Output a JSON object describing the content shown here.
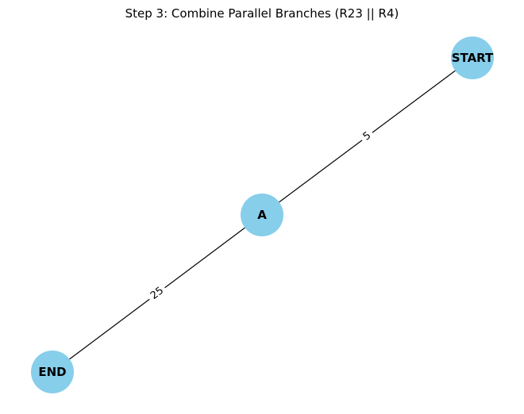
{
  "title": "Step 3: Combine Parallel Branches (R23 || R4)",
  "colors": {
    "node_fill": "#87CEEB",
    "edge": "#000000",
    "text": "#000000"
  },
  "nodes": [
    {
      "id": "START",
      "label": "START"
    },
    {
      "id": "A",
      "label": "A"
    },
    {
      "id": "END",
      "label": "END"
    }
  ],
  "edges": [
    {
      "from": "START",
      "to": "A",
      "label": "5"
    },
    {
      "from": "A",
      "to": "END",
      "label": "25"
    }
  ]
}
